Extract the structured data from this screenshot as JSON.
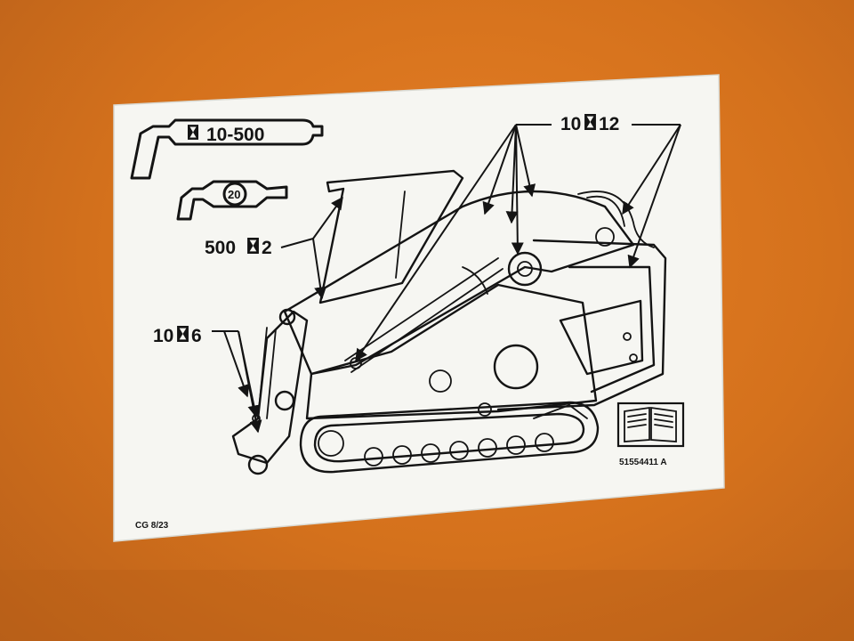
{
  "sticker": {
    "grease_gun_interval": "10-500",
    "oil_can_value": "20",
    "callout_top_right": "10",
    "callout_top_right_suffix": "12",
    "callout_cab": "500",
    "callout_cab_suffix": "2",
    "callout_bucket": "10",
    "callout_bucket_suffix": "6",
    "part_number": "51554411 A",
    "date_code": "CG 8/23"
  },
  "icons": [
    "grease-gun-icon",
    "oil-can-icon",
    "hourglass-icon",
    "manual-book-icon",
    "compact-track-loader-drawing"
  ],
  "colors": {
    "panel_orange": "#d4711c",
    "sticker_white": "#f6f6f2",
    "ink": "#141414"
  }
}
